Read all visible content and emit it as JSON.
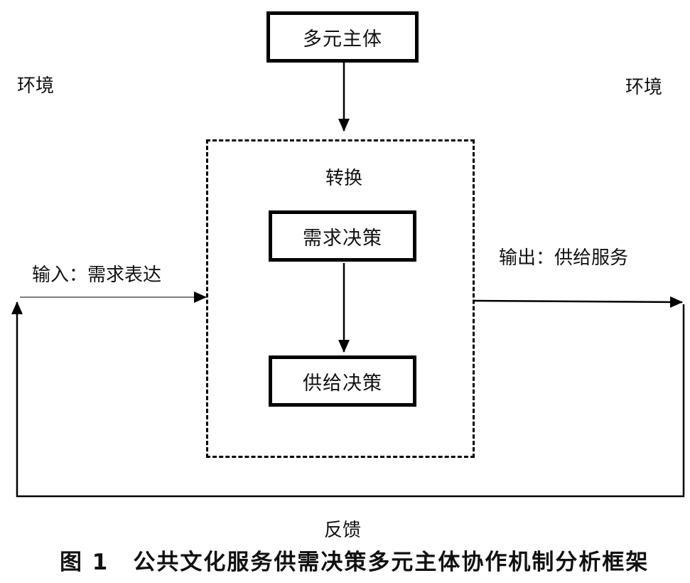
{
  "diagram": {
    "nodes": {
      "actors": "多元主体",
      "transform": "转换",
      "demand_decision": "需求决策",
      "supply_decision": "供给决策"
    },
    "environment_left": "环境",
    "environment_right": "环境",
    "input_label": "输入：需求表达",
    "output_label": "输出：供给服务",
    "feedback_label": "反馈"
  },
  "caption": {
    "figure_no": "图 1",
    "title": "公共文化服务供需决策多元主体协作机制分析框架"
  }
}
